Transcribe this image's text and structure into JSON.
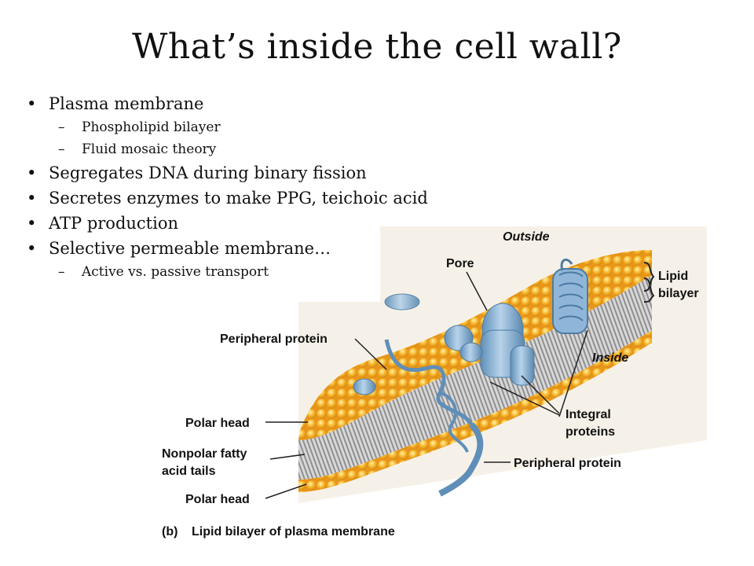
{
  "slide": {
    "title": "What’s inside the cell wall?",
    "bullets": [
      {
        "text": "Plasma membrane",
        "sub": [
          "Phospholipid bilayer",
          "Fluid mosaic theory"
        ]
      },
      {
        "text": "Segregates DNA during binary fission",
        "sub": []
      },
      {
        "text": "Secretes enzymes to make PPG, teichoic acid",
        "sub": []
      },
      {
        "text": "ATP production",
        "sub": []
      },
      {
        "text": "Selective permeable membrane…",
        "sub": [
          "Active vs. passive transport"
        ]
      }
    ]
  },
  "figure": {
    "labels": {
      "outside": "Outside",
      "inside": "Inside",
      "pore": "Pore",
      "lipid_bilayer_1": "Lipid",
      "lipid_bilayer_2": "bilayer",
      "peripheral_protein_top": "Peripheral protein",
      "polar_head_top": "Polar head",
      "nonpolar_1": "Nonpolar fatty",
      "nonpolar_2": "acid tails",
      "polar_head_bottom": "Polar head",
      "integral_1": "Integral",
      "integral_2": "proteins",
      "peripheral_protein_bottom": "Peripheral protein",
      "caption_tag": "(b)",
      "caption": "Lipid bilayer of plasma membrane"
    },
    "colors": {
      "head": "#f2a526",
      "head_light": "#fcd766",
      "tail": "#9a9a9a",
      "protein": "#7fa9cc",
      "protein_dark": "#5a88b0",
      "panel": "#f6f1e8"
    }
  }
}
